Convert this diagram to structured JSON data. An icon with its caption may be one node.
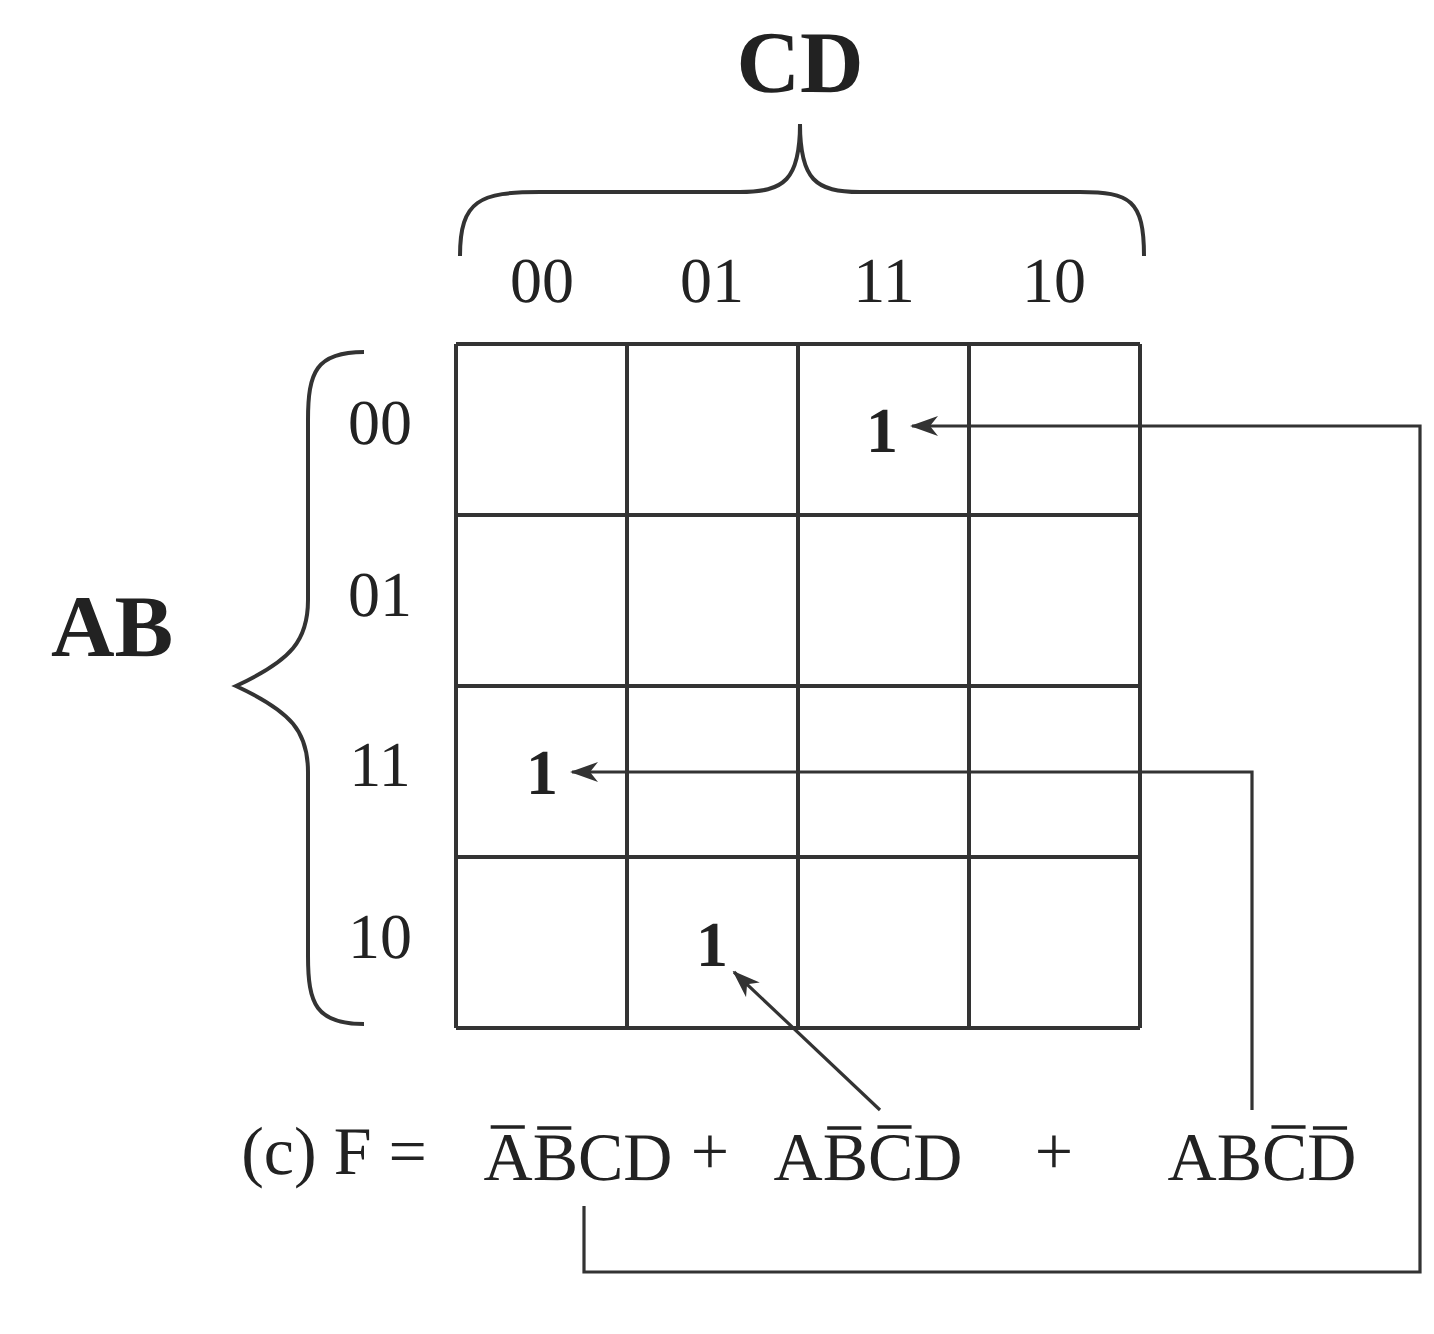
{
  "diagram": {
    "nodes": [
      {
        "text": [
          "1"
        ]
      },
      {
        "text": [
          "1"
        ]
      },
      {
        "text": [
          "1"
        ]
      },
      {
        "text": [
          "A̅B̅CD"
        ]
      },
      {
        "text": [
          "AB̅C̅D"
        ]
      },
      {
        "text": [
          "ABC̅D̅"
        ]
      }
    ],
    "edges": [
      {
        "from": 3,
        "to": 0,
        "arrow": "to"
      },
      {
        "from": 4,
        "to": 2,
        "arrow": "to"
      },
      {
        "from": 5,
        "to": 1,
        "arrow": "to"
      }
    ],
    "labels": [
      "CD",
      "00",
      "01",
      "11",
      "10",
      "AB",
      "00",
      "01",
      "11",
      "10",
      "(c) F =",
      "+",
      "+"
    ]
  }
}
